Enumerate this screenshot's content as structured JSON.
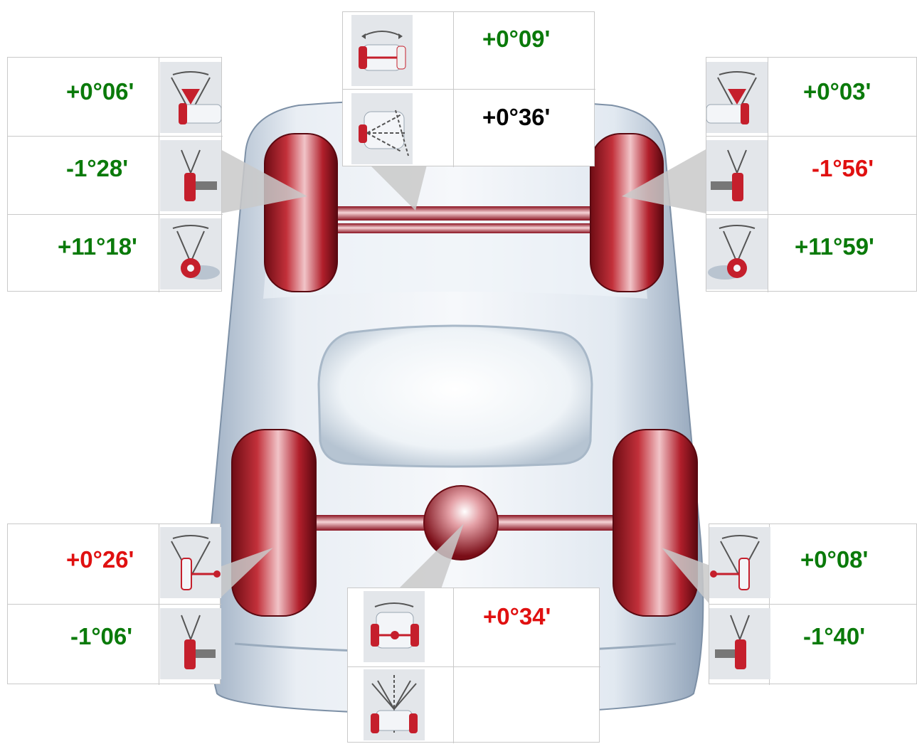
{
  "colors": {
    "ok": "#0a7a0a",
    "out_of_tolerance": "#e01010",
    "neutral": "#000000",
    "wheel": "#b01a24",
    "body": "#dfe6ee"
  },
  "front_axle": {
    "total_toe": {
      "value": "+0°09'",
      "status": "ok",
      "icon": "front-total-toe-icon"
    },
    "setback": {
      "value": "+0°36'",
      "status": "neutral",
      "icon": "front-setback-icon"
    }
  },
  "front_left": {
    "toe": {
      "value": "+0°06'",
      "status": "ok",
      "icon": "individual-toe-icon"
    },
    "camber": {
      "value": "-1°28'",
      "status": "ok",
      "icon": "camber-icon"
    },
    "caster": {
      "value": "+11°18'",
      "status": "ok",
      "icon": "caster-icon"
    }
  },
  "front_right": {
    "toe": {
      "value": "+0°03'",
      "status": "ok",
      "icon": "individual-toe-icon"
    },
    "camber": {
      "value": "-1°56'",
      "status": "out_of_tolerance",
      "icon": "camber-icon"
    },
    "caster": {
      "value": "+11°59'",
      "status": "ok",
      "icon": "caster-icon"
    }
  },
  "rear_left": {
    "toe": {
      "value": "+0°26'",
      "status": "out_of_tolerance",
      "icon": "individual-toe-icon"
    },
    "camber": {
      "value": "-1°06'",
      "status": "ok",
      "icon": "camber-icon"
    }
  },
  "rear_right": {
    "toe": {
      "value": "+0°08'",
      "status": "ok",
      "icon": "individual-toe-icon"
    },
    "camber": {
      "value": "-1°40'",
      "status": "ok",
      "icon": "camber-icon"
    }
  },
  "rear_axle": {
    "total_toe": {
      "value": "+0°34'",
      "status": "out_of_tolerance",
      "icon": "rear-total-toe-icon"
    },
    "thrust_angle": {
      "value": "",
      "status": "neutral",
      "icon": "thrust-angle-icon"
    }
  }
}
